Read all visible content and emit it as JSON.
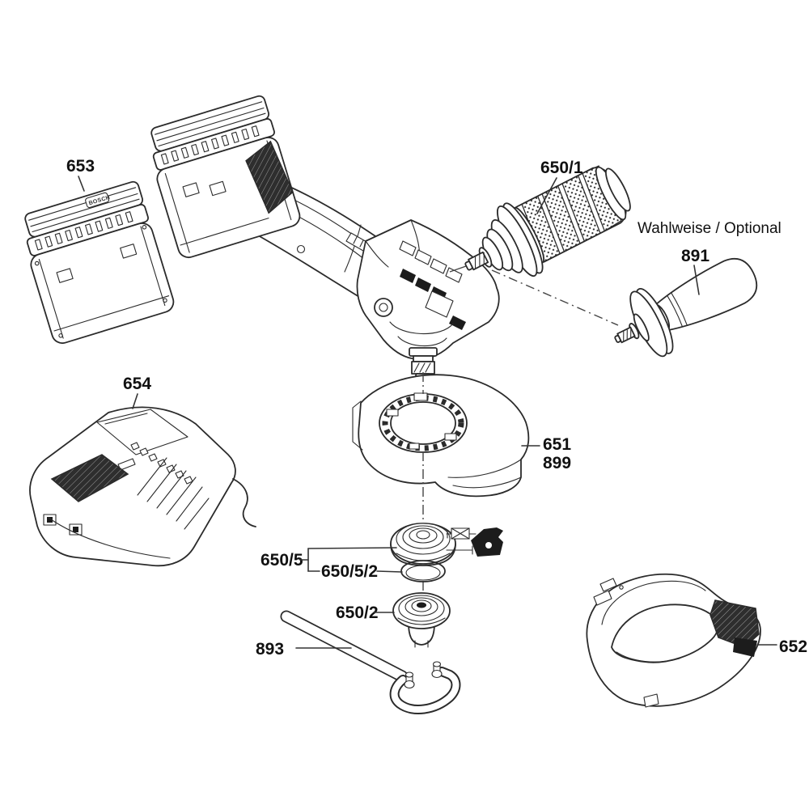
{
  "note_optional": "Wahlweise / Optional",
  "brand_text": "BOSCH",
  "colors": {
    "line": "#2b2b2b",
    "label": "#111111",
    "dark_fill": "#1c1c1c",
    "background": "#ffffff"
  },
  "parts": {
    "battery": {
      "ref": "653"
    },
    "side_handle": {
      "ref": "650/1"
    },
    "aux_handle": {
      "ref": "891"
    },
    "charger": {
      "ref": "654"
    },
    "wheel_guard": {
      "ref": "651"
    },
    "wheel_guard_alt": {
      "ref": "899"
    },
    "clamp_flange_set": {
      "ref": "650/5"
    },
    "o_ring": {
      "ref": "650/5/2"
    },
    "backing_flange": {
      "ref": "650/2"
    },
    "pin_wrench": {
      "ref": "893"
    },
    "cutting_guard": {
      "ref": "652"
    }
  }
}
